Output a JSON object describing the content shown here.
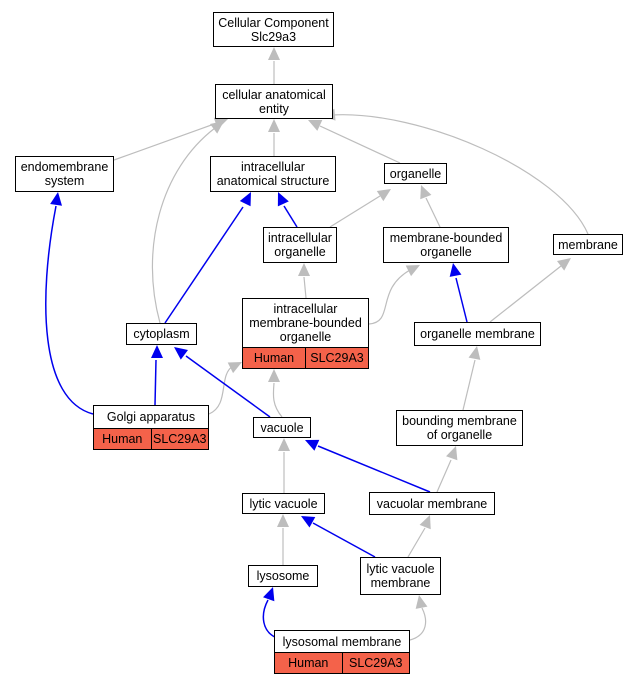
{
  "graph_title": "Cellular Component\nSlc29a3",
  "annotation_color": "#f4624a",
  "edge_colors": {
    "is_a": "#bdbdbd",
    "part_of": "#0000ee"
  },
  "nodes": {
    "root": "Cellular Component\nSlc29a3",
    "cae": "cellular anatomical\nentity",
    "endomembrane": "endomembrane\nsystem",
    "ias": "intracellular\nanatomical structure",
    "organelle": "organelle",
    "membrane": "membrane",
    "intracellular_organelle": "intracellular\norganelle",
    "membrane_bounded_organelle": "membrane-bounded\norganelle",
    "imbo": "intracellular\nmembrane-bounded\norganelle",
    "cytoplasm": "cytoplasm",
    "organelle_membrane": "organelle membrane",
    "golgi": "Golgi apparatus",
    "vacuole": "vacuole",
    "bmo": "bounding membrane\nof organelle",
    "lytic_vacuole": "lytic vacuole",
    "vacuolar_membrane": "vacuolar membrane",
    "lysosome": "lysosome",
    "lvm": "lytic vacuole\nmembrane",
    "lysosomal_membrane": "lysosomal membrane"
  },
  "annotations": {
    "imbo": [
      "Human",
      "SLC29A3"
    ],
    "golgi": [
      "Human",
      "SLC29A3"
    ],
    "lysosomal_membrane": [
      "Human",
      "SLC29A3"
    ]
  }
}
